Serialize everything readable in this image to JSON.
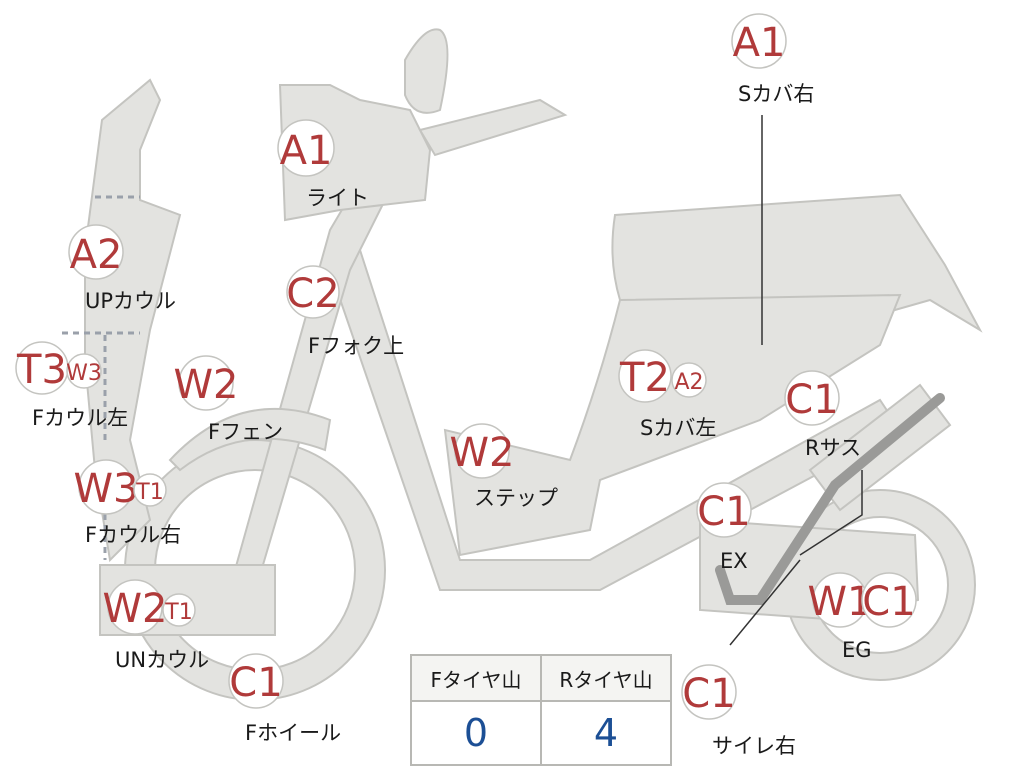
{
  "colors": {
    "badge_text": "#b03a3a",
    "part_fill": "#e3e3e0",
    "value_text": "#1c4f95"
  },
  "badges": {
    "a1_light": "A1",
    "a2_upcowl": "A2",
    "c2_ffork": "C2",
    "t3_fcowl": "T3",
    "w3_fcowl": "W3",
    "w2_ffender": "W2",
    "w3_fcowl_r": "W3",
    "t1_fcowl_r": "T1",
    "w2_uncowl": "W2",
    "t1_uncowl": "T1",
    "c1_fwheel": "C1",
    "w2_step": "W2",
    "t2_scover_l": "T2",
    "a2_scover_l": "A2",
    "a1_scover_r": "A1",
    "c1_rsus": "C1",
    "c1_ex": "C1",
    "w1_eg": "W1",
    "c1_eg": "C1",
    "c1_muffler": "C1"
  },
  "labels": {
    "light": "ライト",
    "up_cowl": "UPカウル",
    "f_fork": "Fフォク上",
    "f_cowl_left": "Fカウル左",
    "f_fender": "Fフェン",
    "f_cowl_right": "Fカウル右",
    "un_cowl": "UNカウル",
    "f_wheel": "Fホイール",
    "step": "ステップ",
    "s_cover_left": "Sカバ左",
    "s_cover_right": "Sカバ右",
    "r_sus": "Rサス",
    "ex": "EX",
    "eg": "EG",
    "muffler_right": "サイレ右"
  },
  "tire_table": {
    "headers": [
      "Fタイヤ山",
      "Rタイヤ山"
    ],
    "values": [
      "0",
      "4"
    ]
  }
}
